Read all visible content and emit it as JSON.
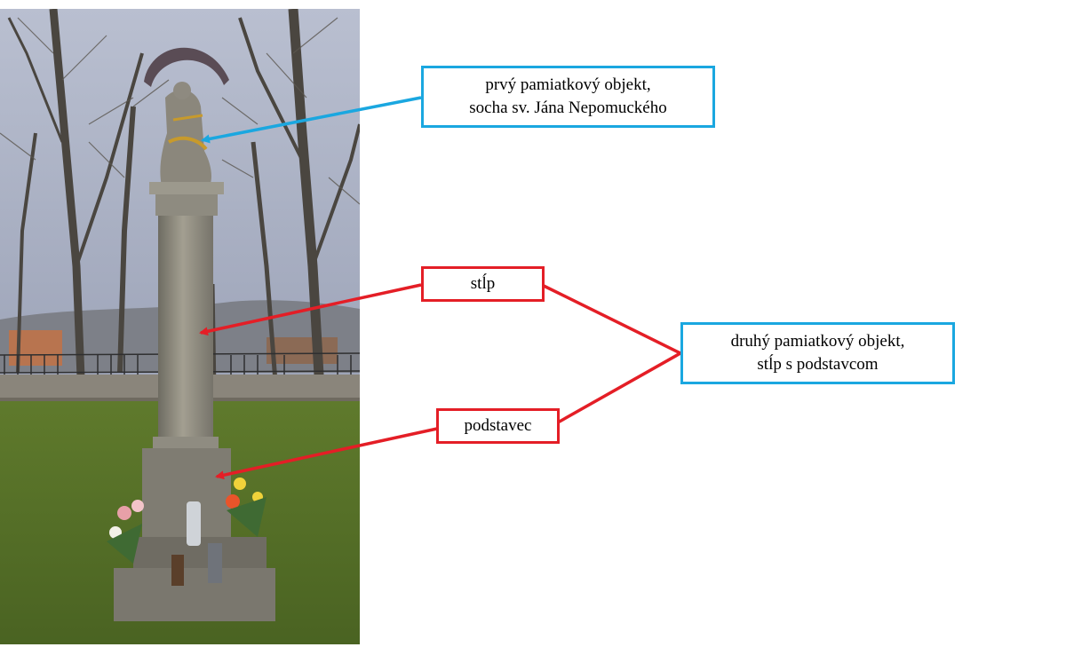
{
  "diagram": {
    "labels": {
      "statue": "prvý pamiatkový objekt,\nsocha sv. Jána Nepomuckého",
      "column": "stĺp",
      "pedestal": "podstavec",
      "second_object": "druhý pamiatkový objekt,\nstĺp s podstavcom"
    },
    "colors": {
      "blue_box": "#1aa7e0",
      "red_box": "#e41e26"
    }
  }
}
